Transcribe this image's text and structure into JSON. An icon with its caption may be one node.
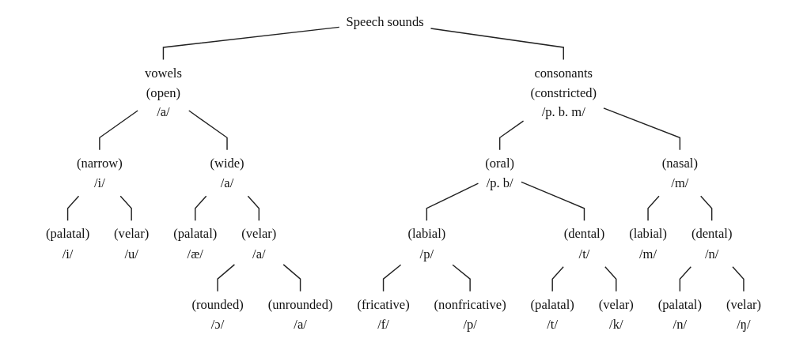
{
  "diagram": {
    "nodes": [
      {
        "text": [
          "Speech sounds"
        ]
      },
      {
        "text": [
          "vowels",
          "(open)",
          "/a/"
        ]
      },
      {
        "text": [
          "consonants",
          "(constricted)",
          "/p. b. m/"
        ]
      },
      {
        "text": [
          "(narrow)",
          "/i/"
        ]
      },
      {
        "text": [
          "(wide)",
          "/a/"
        ]
      },
      {
        "text": [
          "(oral)",
          "/p. b/"
        ]
      },
      {
        "text": [
          "(nasal)",
          "/m/"
        ]
      },
      {
        "text": [
          "(palatal)",
          "/i/"
        ]
      },
      {
        "text": [
          "(velar)",
          "/u/"
        ]
      },
      {
        "text": [
          "(palatal)",
          "/æ/"
        ]
      },
      {
        "text": [
          "(velar)",
          "/a/"
        ]
      },
      {
        "text": [
          "(labial)",
          "/p/"
        ]
      },
      {
        "text": [
          "(dental)",
          "/t/"
        ]
      },
      {
        "text": [
          "(labial)",
          "/m/"
        ]
      },
      {
        "text": [
          "(dental)",
          "/n/"
        ]
      },
      {
        "text": [
          "(rounded)",
          "/ɔ/"
        ]
      },
      {
        "text": [
          "(unrounded)",
          "/a/"
        ]
      },
      {
        "text": [
          "(fricative)",
          "/f/"
        ]
      },
      {
        "text": [
          "(nonfricative)",
          "/p/"
        ]
      },
      {
        "text": [
          "(palatal)",
          "/t/"
        ]
      },
      {
        "text": [
          "(velar)",
          "/k/"
        ]
      },
      {
        "text": [
          "(palatal)",
          "/n/"
        ]
      },
      {
        "text": [
          "(velar)",
          "/ŋ/"
        ]
      }
    ],
    "edges": [
      {
        "from": 0,
        "to": 1,
        "arrow": "none"
      },
      {
        "from": 0,
        "to": 2,
        "arrow": "none"
      },
      {
        "from": 1,
        "to": 3,
        "arrow": "none"
      },
      {
        "from": 1,
        "to": 4,
        "arrow": "none"
      },
      {
        "from": 2,
        "to": 5,
        "arrow": "none"
      },
      {
        "from": 2,
        "to": 6,
        "arrow": "none"
      },
      {
        "from": 3,
        "to": 7,
        "arrow": "none"
      },
      {
        "from": 3,
        "to": 8,
        "arrow": "none"
      },
      {
        "from": 4,
        "to": 9,
        "arrow": "none"
      },
      {
        "from": 4,
        "to": 10,
        "arrow": "none"
      },
      {
        "from": 5,
        "to": 11,
        "arrow": "none"
      },
      {
        "from": 5,
        "to": 12,
        "arrow": "none"
      },
      {
        "from": 6,
        "to": 13,
        "arrow": "none"
      },
      {
        "from": 6,
        "to": 14,
        "arrow": "none"
      },
      {
        "from": 10,
        "to": 15,
        "arrow": "none"
      },
      {
        "from": 10,
        "to": 16,
        "arrow": "none"
      },
      {
        "from": 11,
        "to": 17,
        "arrow": "none"
      },
      {
        "from": 11,
        "to": 18,
        "arrow": "none"
      },
      {
        "from": 12,
        "to": 19,
        "arrow": "none"
      },
      {
        "from": 12,
        "to": 20,
        "arrow": "none"
      },
      {
        "from": 14,
        "to": 21,
        "arrow": "none"
      },
      {
        "from": 14,
        "to": 22,
        "arrow": "none"
      }
    ]
  }
}
